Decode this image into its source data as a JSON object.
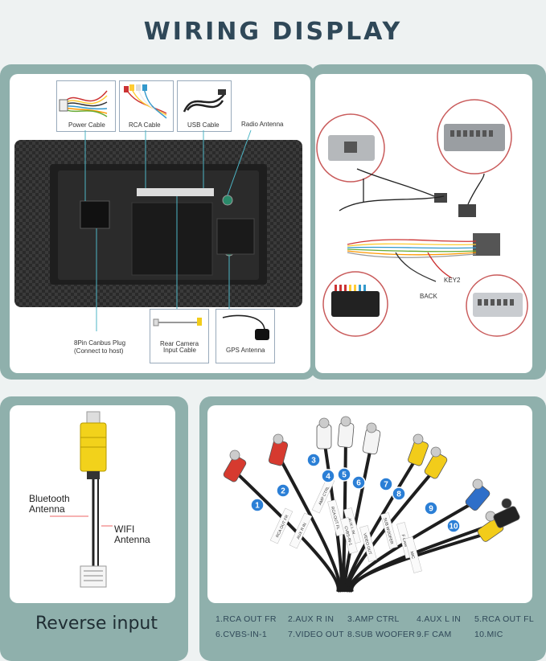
{
  "title": "WIRING DISPLAY",
  "head_unit": {
    "labels": {
      "power_cable": "Power Cable",
      "rca_cable": "RCA Cable",
      "usb_cable": "USB Cable",
      "radio_antenna": "Radio Antenna",
      "canbus_plug_1": "8Pin Canbus Plug",
      "canbus_plug_2": "(Connect to host)",
      "rear_camera_1": "Rear Camera",
      "rear_camera_2": "Input Cable",
      "gps_antenna": "GPS Antenna"
    }
  },
  "harness": {
    "key2": "KEY2",
    "back": "BACK"
  },
  "reverse": {
    "bluetooth_1": "Bluetooth",
    "bluetooth_2": "Antenna",
    "wifi_1": "WIFI",
    "wifi_2": "Antenna",
    "caption": "Reverse input"
  },
  "rca": {
    "numbers": [
      "1",
      "2",
      "3",
      "4",
      "5",
      "6",
      "7",
      "8",
      "9",
      "10"
    ],
    "tags": [
      "RCA OUT FR",
      "AUX R IN",
      "AMP CTRL",
      "RCA OUT FL",
      "AUX L IN",
      "CVBS-IN-1",
      "VIDEO OUT",
      "SUB WOOFER",
      "F CAM",
      "MIC"
    ],
    "legend": [
      "1.RCA OUT FR",
      "2.AUX R IN",
      "3.AMP CTRL",
      "4.AUX L IN",
      "5.RCA OUT FL",
      "6.CVBS-IN-1",
      "7.VIDEO OUT",
      "8.SUB WOOFER",
      "9.F CAM",
      "10.MIC"
    ]
  },
  "colors": {
    "title": "#2f4858",
    "panel": "#8fb0ac",
    "rca_red": "#d63a2f",
    "rca_white": "#f4f4f4",
    "rca_yellow": "#f2cc1a",
    "rca_blue": "#2f6fc9",
    "badge_blue": "#2b7fd6"
  }
}
